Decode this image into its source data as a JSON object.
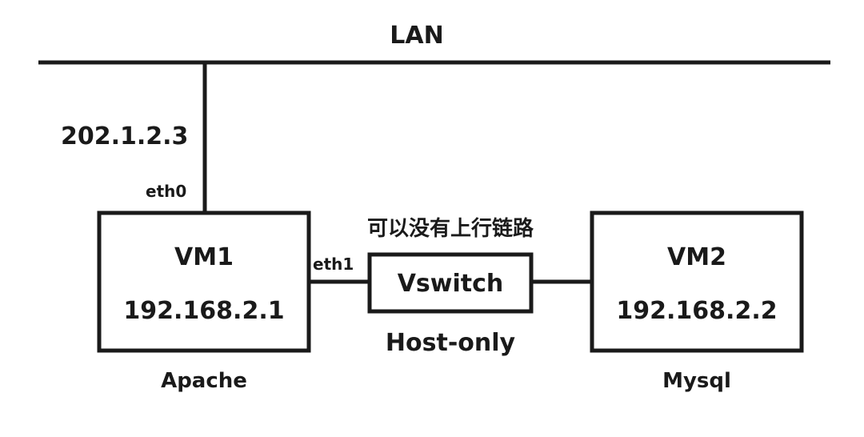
{
  "network": {
    "title": "LAN",
    "public_ip": "202.1.2.3",
    "eth0_label": "eth0",
    "eth1_label": "eth1"
  },
  "vm1": {
    "name": "VM1",
    "ip": "192.168.2.1",
    "service": "Apache"
  },
  "vm2": {
    "name": "VM2",
    "ip": "192.168.2.2",
    "service": "Mysql"
  },
  "vswitch": {
    "name": "Vswitch",
    "mode": "Host-only",
    "note": "可以没有上行链路"
  },
  "colors": {
    "stroke": "#1a1a1a",
    "background": "#ffffff"
  }
}
